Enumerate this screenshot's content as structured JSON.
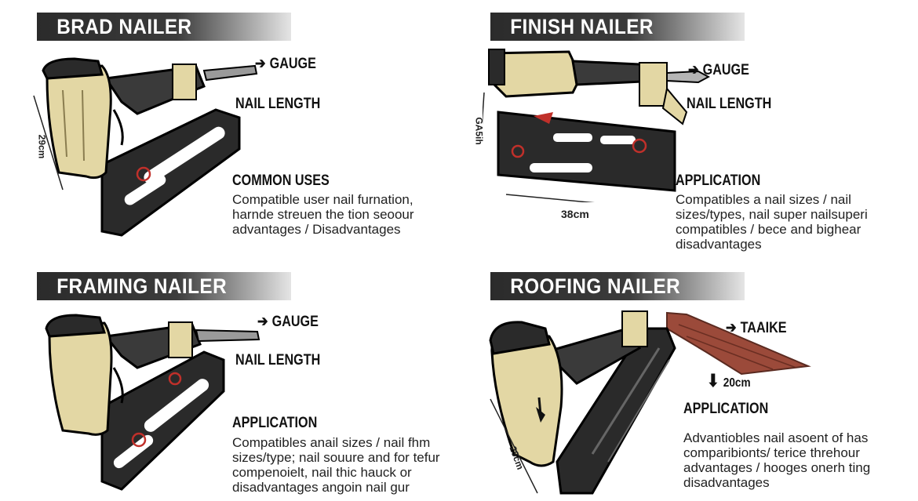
{
  "panels": {
    "brad": {
      "title": "BRAD NAILER",
      "gauge_label": "GAUGE",
      "length_label": "NAIL LENGTH",
      "section_title": "COMMON USES",
      "lines": [
        "Compatible user nail furnation,",
        "harnde streuen the tion seoour",
        "advantages / Disadvantages"
      ],
      "dimension": "29cm"
    },
    "finish": {
      "title": "FINISH NAILER",
      "gauge_label": "GAUGE",
      "length_label": "NAIL LENGTH",
      "section_title": "APPLICATION",
      "lines": [
        "Compatibles a nail sizes / nail",
        "sizes/types, nail super nailsuperi",
        "compatibles / bece and bighear",
        "disadvantages"
      ],
      "dimension_vertical": "GA5ih",
      "dimension": "38cm"
    },
    "framing": {
      "title": "FRAMING NAILER",
      "gauge_label": "GAUGE",
      "length_label": "NAIL LENGTH",
      "section_title": "APPLICATION",
      "lines": [
        "Compatibles anail sizes / nail fhm",
        "sizes/type; nail souure and for tefur",
        "compenoielt, nail thic hauck or",
        "disadvantages angoin nail gur"
      ]
    },
    "roofing": {
      "title": "ROOFING NAILER",
      "angle_label": "TAAIKE",
      "size_label": "20cm",
      "section_title": "APPLICATION",
      "lines": [
        "Advantiobles nail asoent of has",
        "comparibionts/ terice threhour",
        "advantages / hooges onerh ting",
        "disadvantages"
      ],
      "dimension": "29cm"
    }
  },
  "colors": {
    "banner": "#333333",
    "tool_body": "#e3d7a4",
    "tool_dark": "#2a2a2a",
    "accent_red": "#c0302a",
    "shingle": "#9b4a3a"
  }
}
